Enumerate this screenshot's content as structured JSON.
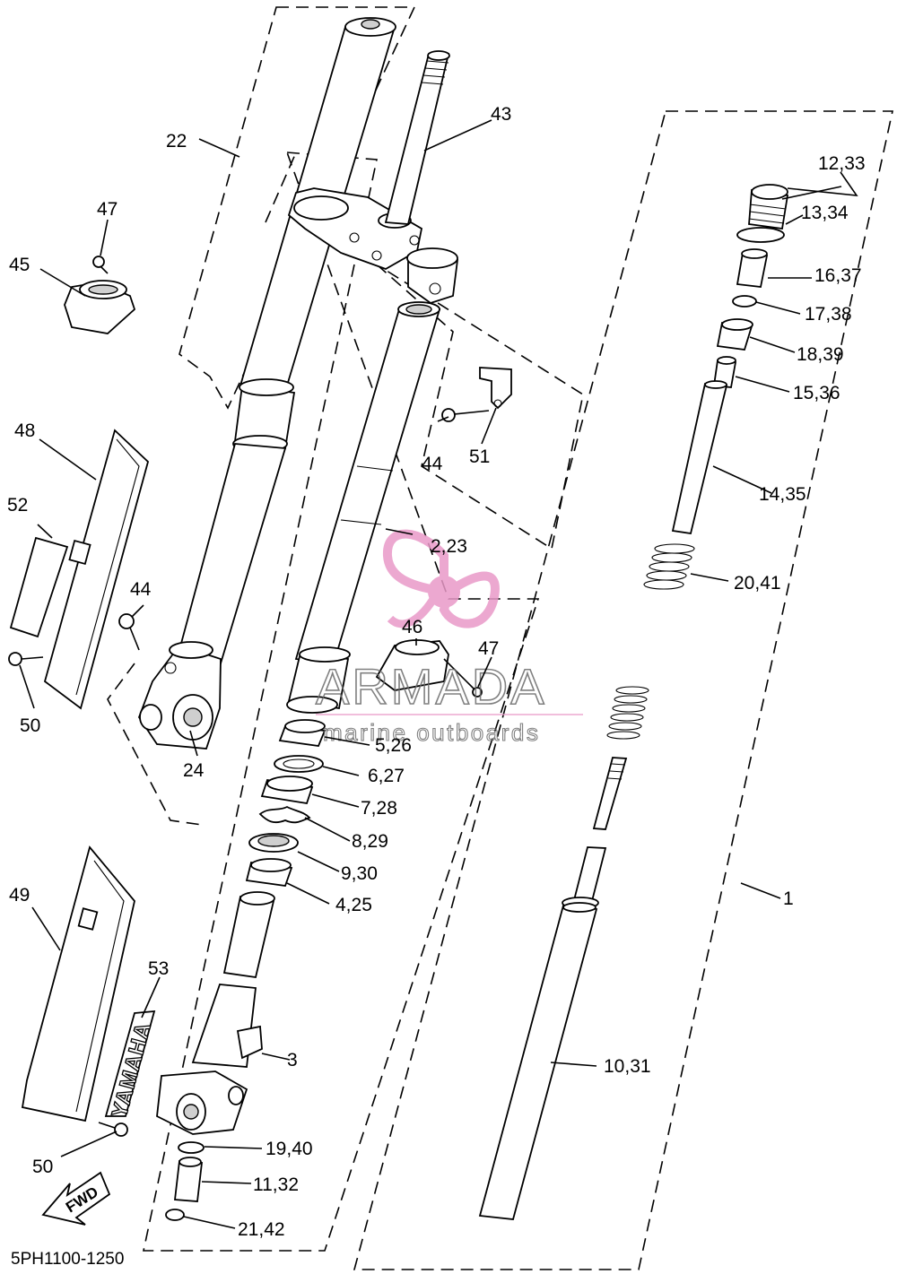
{
  "watermark": {
    "brand": "ARMADA",
    "tagline": "marine outboards",
    "accent_color": "#e99ac8",
    "text_color": "#6b6b6b"
  },
  "diagram_code": "5PH1100-1250",
  "fender_brand": "YAMAHA",
  "fwd_arrow": "FWD",
  "callouts": {
    "c22": "22",
    "c43": "43",
    "c47a": "47",
    "c45": "45",
    "c12": "12,33",
    "c13": "13,34",
    "c16": "16,37",
    "c17": "17,38",
    "c18": "18,39",
    "c15": "15,36",
    "c14": "14,35",
    "c20": "20,41",
    "c44a": "44",
    "c51": "51",
    "c48": "48",
    "c52": "52",
    "c2": "2,23",
    "c44b": "44",
    "c46": "46",
    "c47b": "47",
    "c50a": "50",
    "c24": "24",
    "c5": "5,26",
    "c6": "6,27",
    "c7": "7,28",
    "c8": "8,29",
    "c9": "9,30",
    "c4": "4,25",
    "c1": "1",
    "c49": "49",
    "c53": "53",
    "c3": "3",
    "c10": "10,31",
    "c19": "19,40",
    "c11": "11,32",
    "c50b": "50",
    "c21": "21,42"
  }
}
